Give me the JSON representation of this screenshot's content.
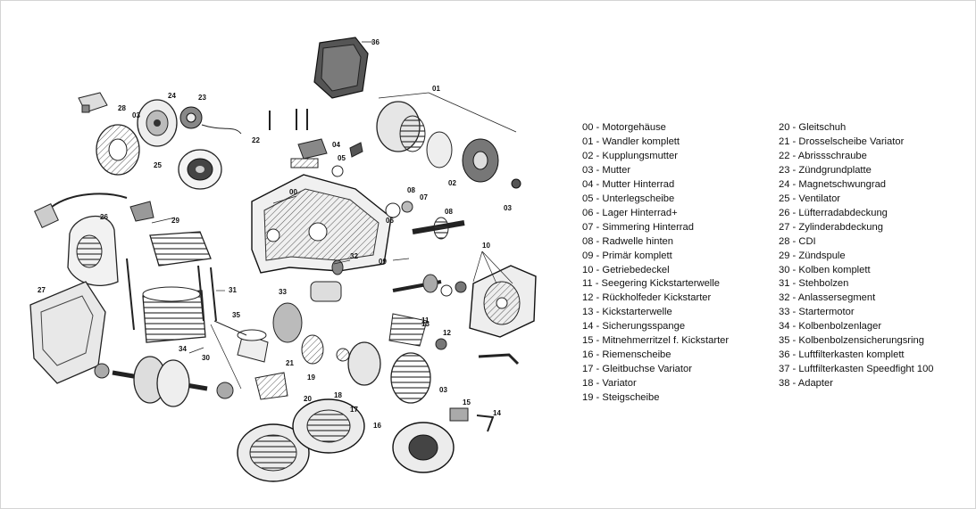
{
  "diagram": {
    "callouts": [
      "36",
      "01",
      "28",
      "24",
      "23",
      "03",
      "22",
      "25",
      "04",
      "05",
      "00",
      "02",
      "03",
      "08",
      "07",
      "08",
      "06",
      "26",
      "29",
      "27",
      "32",
      "09",
      "10",
      "31",
      "33",
      "35",
      "12",
      "13",
      "30",
      "34",
      "21",
      "17",
      "19",
      "20",
      "18",
      "03",
      "15",
      "14",
      "16",
      "11"
    ]
  },
  "legend": {
    "col1": [
      "00 - Motorgehäuse",
      "01 - Wandler komplett",
      "02 - Kupplungsmutter",
      "03 - Mutter",
      "04 - Mutter Hinterrad",
      "05 - Unterlegscheibe",
      "06 - Lager Hinterrad+",
      "07 - Simmering Hinterrad",
      "08 - Radwelle hinten",
      "09 - Primär komplett",
      "10 - Getriebedeckel",
      "11 - Seegering Kickstarterwelle",
      "12 - Rückholfeder Kickstarter",
      "13 - Kickstarterwelle",
      "14 - Sicherungsspange",
      "15 - Mitnehmerritzel f. Kickstarter",
      "16 - Riemenscheibe",
      "17 - Gleitbuchse Variator",
      "18 - Variator",
      "19 - Steigscheibe"
    ],
    "col2": [
      "20 - Gleitschuh",
      "21 - Drosselscheibe Variator",
      "22 - Abrissschraube",
      "23 - Zündgrundplatte",
      "24 - Magnetschwungrad",
      "25 - Ventilator",
      "26 - Lüfterradabdeckung",
      "27 - Zylinderabdeckung",
      "28 - CDI",
      "29 - Zündspule",
      "30 - Kolben komplett",
      "31 - Stehbolzen",
      "32 - Anlassersegment",
      "33 - Startermotor",
      "34 - Kolbenbolzenlager",
      "35 - Kolbenbolzensicherungsring",
      "36 - Luftfilterkasten komplett",
      "37 - Luftfilterkasten Speedfight 100",
      "38 - Adapter"
    ]
  }
}
